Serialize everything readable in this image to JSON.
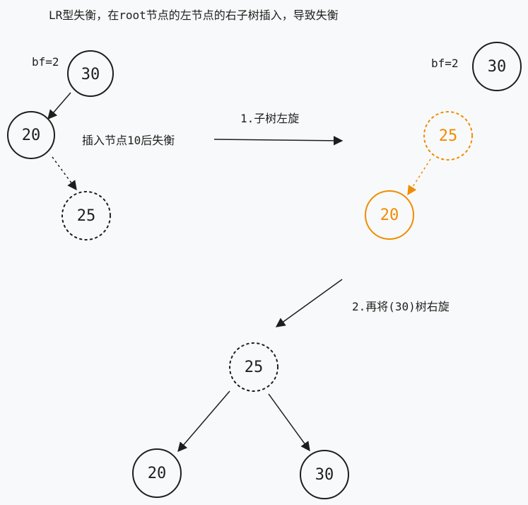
{
  "title": "LR型失衡，在root节点的左节点的右子树插入，导致失衡",
  "left": {
    "bf": "bf=2",
    "root": "30",
    "left_child": "20",
    "inserted": "25",
    "note": "插入节点10后失衡"
  },
  "step1": {
    "label": "1.子树左旋",
    "bf": "bf=2",
    "root": "30",
    "child": "25",
    "grandchild": "20"
  },
  "step2": {
    "label": "2.再将(30)树右旋",
    "root": "25",
    "left": "20",
    "right": "30"
  },
  "colors": {
    "stroke": "#1e1e1e",
    "highlight": "#f08c00",
    "background": "#f8f9fa"
  }
}
